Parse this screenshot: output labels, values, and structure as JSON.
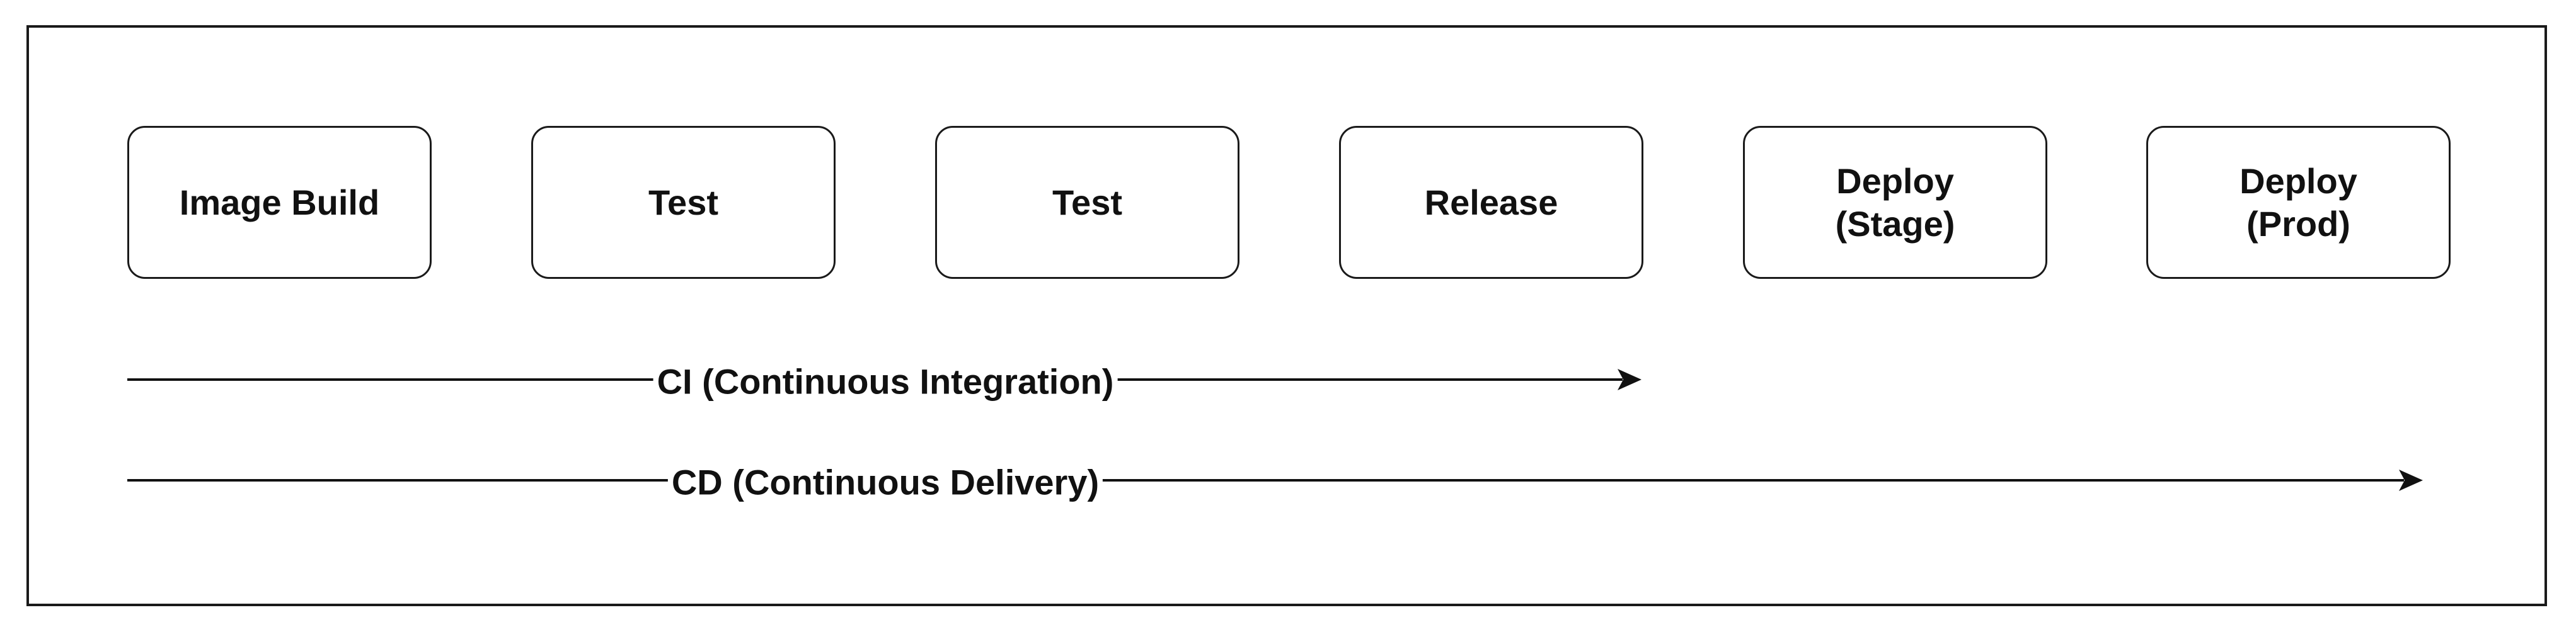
{
  "stages": [
    {
      "label": "Image Build"
    },
    {
      "label": "Test"
    },
    {
      "label": "Test"
    },
    {
      "label": "Release"
    },
    {
      "label": "Deploy\n(Stage)"
    },
    {
      "label": "Deploy\n(Prod)"
    }
  ],
  "arrows": [
    {
      "label": "CI (Continuous Integration)"
    },
    {
      "label": "CD (Continuous Delivery)"
    }
  ]
}
